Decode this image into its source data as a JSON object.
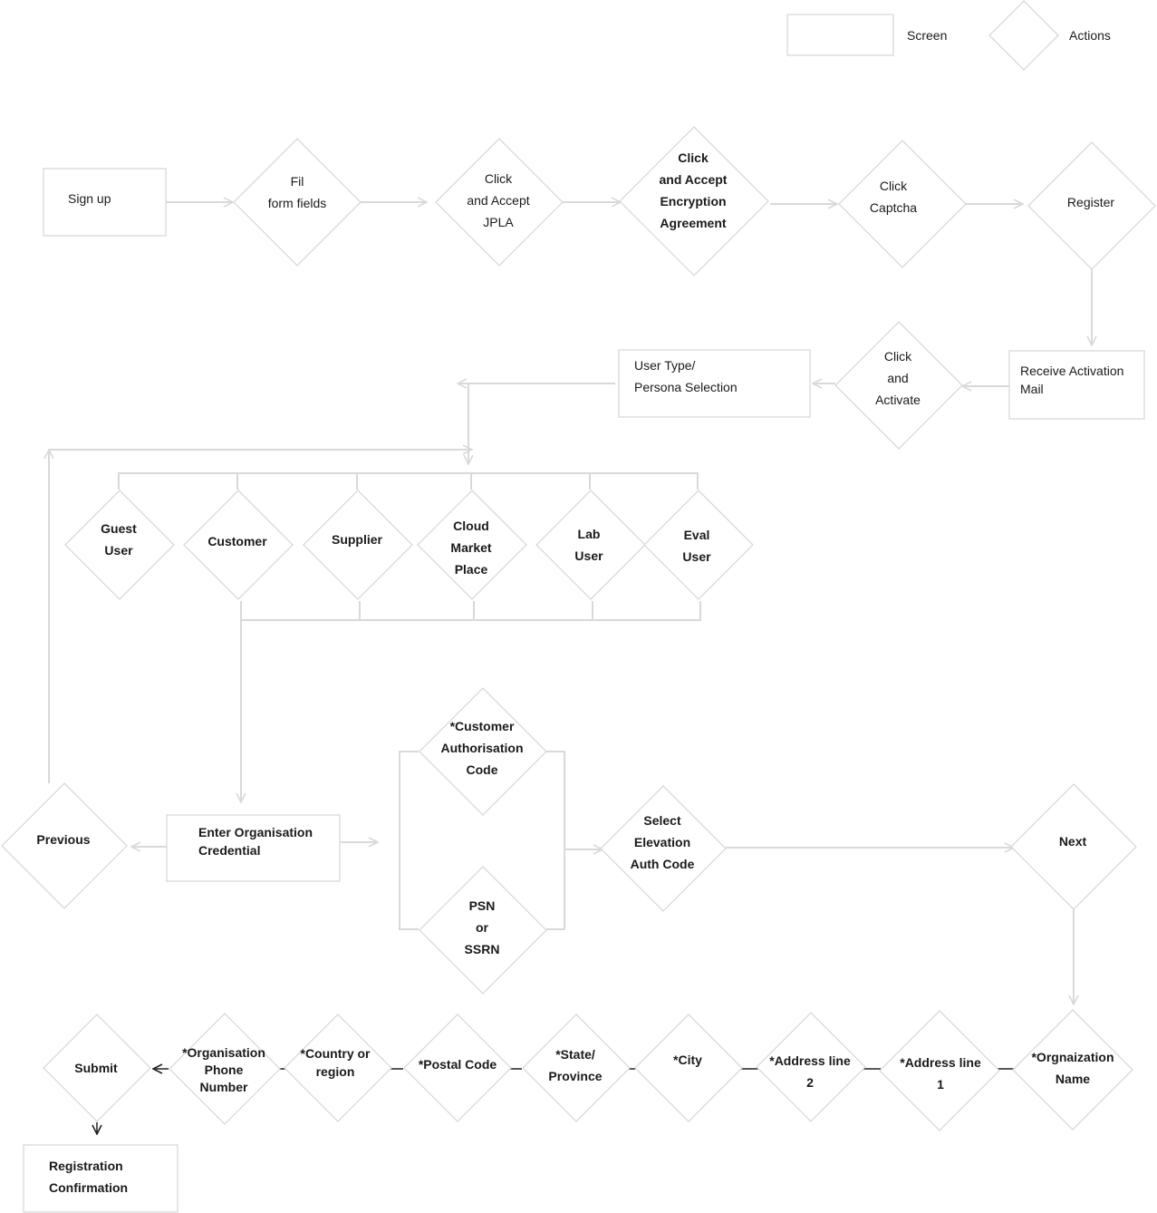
{
  "legend": {
    "screen": "Screen",
    "actions": "Actions"
  },
  "nodes": {
    "sign_up": [
      "Sign up"
    ],
    "fill_form": [
      "Fil",
      "form fields"
    ],
    "accept_jpla": [
      "Click",
      "and Accept",
      "JPLA"
    ],
    "accept_encryption": [
      "Click",
      "and Accept",
      "Encryption",
      "Agreement"
    ],
    "click_captcha": [
      "Click",
      "Captcha"
    ],
    "register": [
      "Register"
    ],
    "receive_mail": [
      "Receive Activation",
      "Mail"
    ],
    "click_activate": [
      "Click",
      "and",
      "Activate"
    ],
    "persona_selection": [
      "User Type/",
      "Persona Selection"
    ],
    "guest_user": [
      "Guest",
      "User"
    ],
    "customer": [
      "Customer"
    ],
    "supplier": [
      "Supplier"
    ],
    "cloud_marketplace": [
      "Cloud",
      "Market",
      "Place"
    ],
    "lab_user": [
      "Lab",
      "User"
    ],
    "eval_user": [
      "Eval",
      "User"
    ],
    "previous": [
      "Previous"
    ],
    "enter_org_credential": [
      "Enter  Organisation",
      "Credential"
    ],
    "customer_auth_code": [
      "*Customer",
      "Authorisation",
      "Code"
    ],
    "psn_ssrn": [
      "PSN",
      "or",
      "SSRN"
    ],
    "select_elevation": [
      "Select",
      "Elevation",
      "Auth Code"
    ],
    "next": [
      "Next"
    ],
    "org_name": [
      "*Orgnaization",
      "Name"
    ],
    "address_line_1": [
      "*Address line",
      "1"
    ],
    "address_line_2": [
      "*Address line",
      "2"
    ],
    "city": [
      "*City"
    ],
    "state_province": [
      "*State/",
      "Province"
    ],
    "postal_code": [
      "*Postal Code"
    ],
    "country_region": [
      "*Country or",
      "region"
    ],
    "org_phone": [
      "*Organisation",
      "Phone",
      "Number"
    ],
    "submit": [
      "Submit"
    ],
    "registration_confirmation": [
      "Registration",
      "Confirmation"
    ]
  }
}
